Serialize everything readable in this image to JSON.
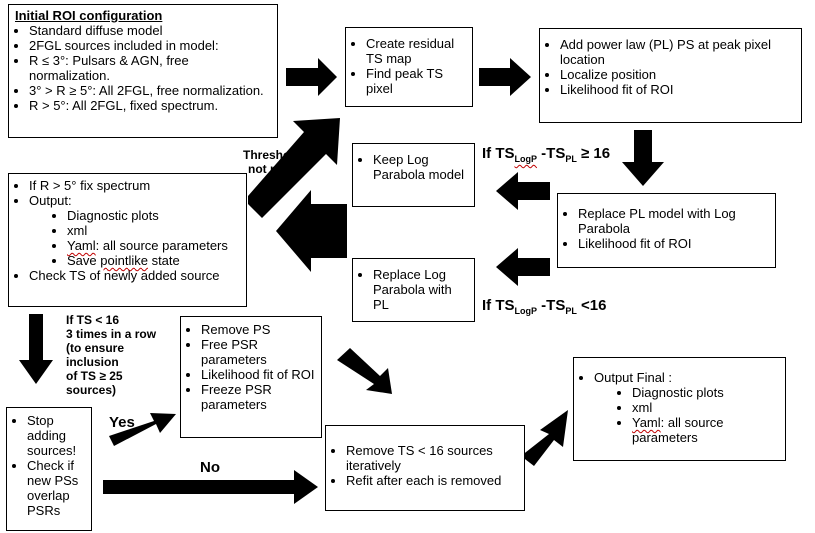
{
  "boxes": {
    "initial_roi": {
      "title": "Initial ROI configuration",
      "items": [
        "Standard diffuse model",
        "2FGL sources included in model:",
        "R ≤ 3°: Pulsars & AGN, free normalization.",
        "3° > R ≥ 5°: All 2FGL, free normalization.",
        "R > 5°: All 2FGL, fixed spectrum."
      ]
    },
    "residual_ts": {
      "items": [
        "Create residual TS map",
        "Find peak TS pixel"
      ]
    },
    "add_pl": {
      "items": [
        "Add power law (PL) PS at peak pixel location",
        "Localize position",
        "Likelihood fit of ROI"
      ]
    },
    "keep_logp": {
      "items": [
        "Keep Log Parabola model"
      ]
    },
    "replace_pl": {
      "items": [
        "Replace PL model with Log Parabola",
        "Likelihood fit of ROI"
      ]
    },
    "replace_logp": {
      "items": [
        "Replace Log Parabola with PL"
      ]
    },
    "output_loop": {
      "item1": "If R > 5° fix spectrum",
      "item2": "Output:",
      "sub1": "Diagnostic plots",
      "sub2": "xml",
      "sub3_word": "Yaml",
      "sub3_rest": ": all source parameters",
      "sub4_pre": "Save ",
      "sub4_word": "pointlike",
      "sub4_post": " state",
      "item3": "Check TS of newly added source"
    },
    "stop_adding": {
      "items": [
        "Stop adding sources!",
        "Check if new PSs overlap PSRs"
      ]
    },
    "remove_ps": {
      "items": [
        "Remove PS",
        "Free PSR parameters",
        "Likelihood fit of ROI",
        "Freeze PSR parameters"
      ]
    },
    "remove_ts": {
      "items": [
        "Remove TS < 16 sources iteratively",
        "Refit after each is removed"
      ]
    },
    "output_final": {
      "item1": "Output Final :",
      "sub1": "Diagnostic plots",
      "sub2": "xml",
      "sub3_word": "Yaml",
      "sub3_rest": ": all source parameters"
    }
  },
  "labels": {
    "threshold_line1": "Threshold",
    "threshold_line2": "not met",
    "cond_ge_prefix": "If TS",
    "cond_ge_sub1": "LogP",
    "cond_ge_mid": " -TS",
    "cond_ge_sub2": "PL",
    "cond_ge_suffix": "  ≥ 16",
    "cond_lt_prefix": "If TS",
    "cond_lt_sub1": "LogP",
    "cond_lt_mid": " -TS",
    "cond_lt_sub2": "PL",
    "cond_lt_suffix": "  <16",
    "three_times": [
      "If TS  < 16",
      "3 times in a row",
      "(to ensure",
      "inclusion",
      "of TS ≥ 25",
      "sources)"
    ],
    "yes": "Yes",
    "no": "No"
  }
}
